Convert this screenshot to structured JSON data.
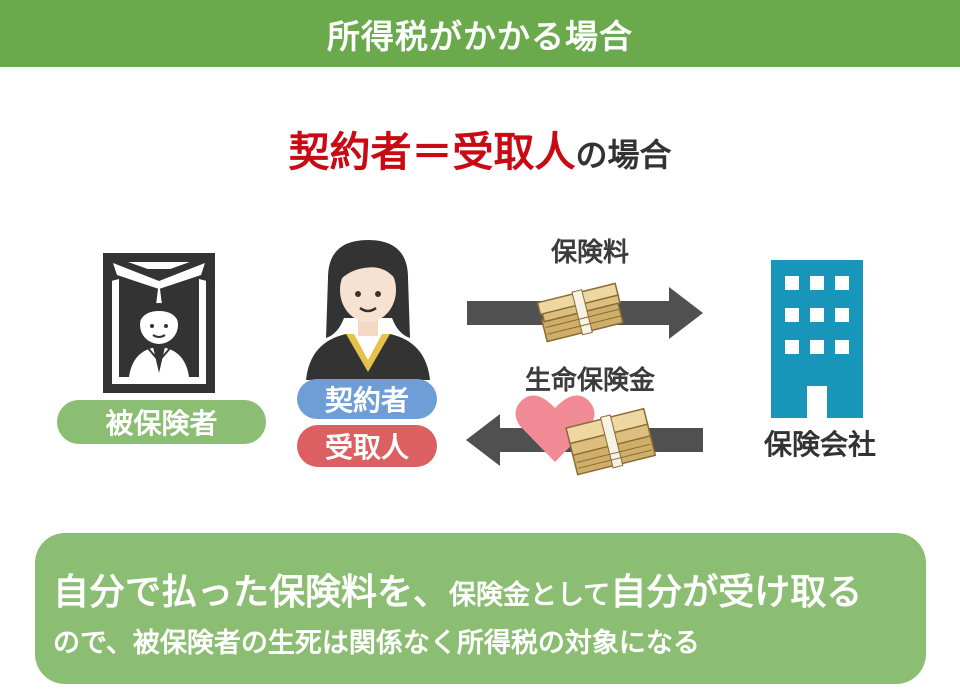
{
  "header": {
    "title": "所得税がかかる場合"
  },
  "subtitle": {
    "highlight": "契約者＝受取人",
    "suffix": "の場合"
  },
  "roles": {
    "insured": "被保険者",
    "contractor": "契約者",
    "receiver": "受取人",
    "company": "保険会社"
  },
  "flows": {
    "premium": "保険料",
    "benefit": "生命保険金"
  },
  "summary": {
    "part1": "自分で払った保険料を、",
    "part2": "保険金として",
    "part3": "自分が受け取る",
    "line2": "ので、被保険者の生死は関係なく所得税の対象になる"
  },
  "colors": {
    "header_green": "#6aaa4c",
    "accent_red": "#c80a14",
    "summary_green": "#8bbd72",
    "contractor_blue": "#6f9ed6",
    "receiver_red": "#dc6062",
    "building_teal": "#1796ba",
    "arrow_gray": "#505050"
  }
}
